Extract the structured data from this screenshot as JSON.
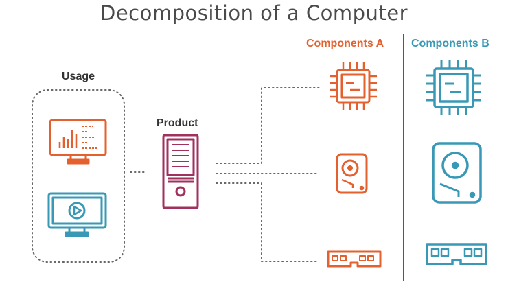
{
  "title": "Decomposition of a Computer",
  "labels": {
    "usage": "Usage",
    "product": "Product",
    "components_a": "Components A",
    "components_b": "Components B"
  },
  "colors": {
    "orange": "#e4612f",
    "blue": "#3898b5",
    "maroon": "#a0305e",
    "dots": "#666666",
    "title": "#4a4a4a"
  },
  "icons": {
    "usage": [
      "analytics-monitor-icon",
      "video-monitor-icon"
    ],
    "product": "server-tower-icon",
    "components_a": [
      "cpu-chip-icon",
      "hard-drive-icon",
      "ram-module-icon"
    ],
    "components_b": [
      "cpu-chip-icon",
      "hard-drive-icon",
      "ram-module-icon"
    ]
  }
}
